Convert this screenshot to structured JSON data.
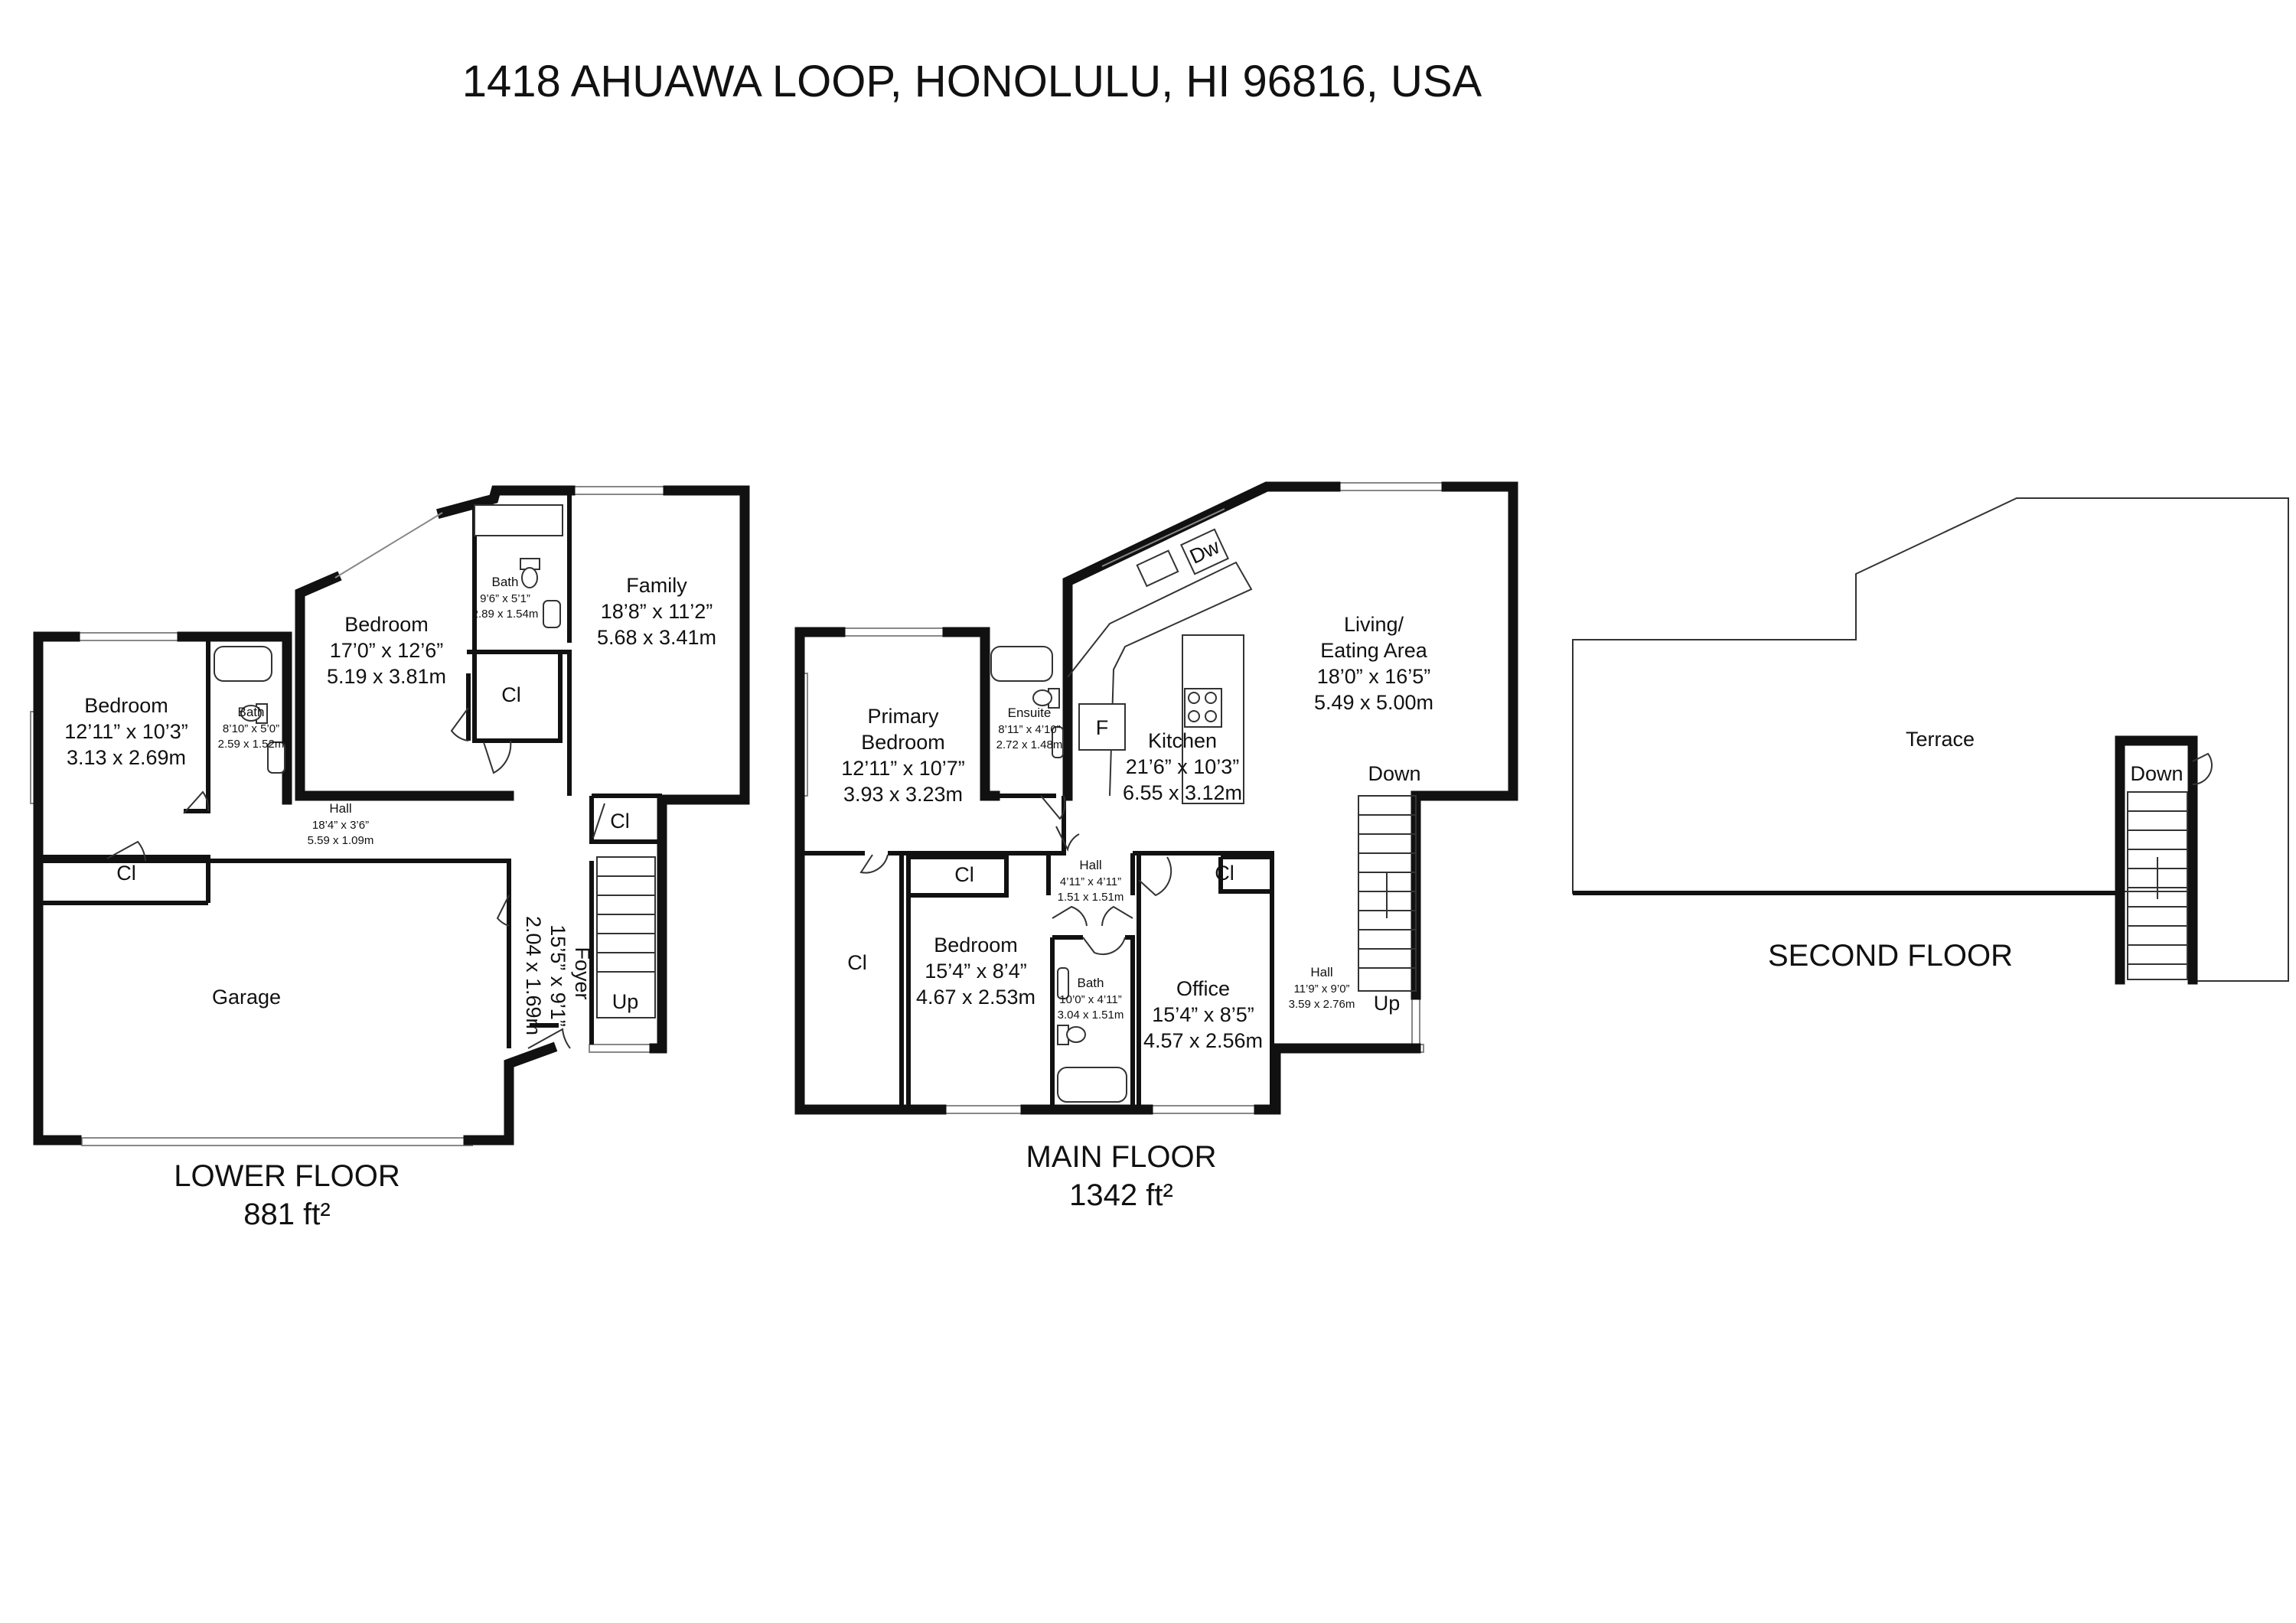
{
  "address": "1418 AHUAWA LOOP, HONOLULU, HI 96816, USA",
  "floors": {
    "lower": {
      "label": "LOWER FLOOR",
      "area": "881 ft²",
      "rooms": {
        "bedroom": {
          "name": "Bedroom",
          "dim_imperial": "12’11” x 10’3”",
          "dim_metric": "3.13 x 2.69m"
        },
        "bath1": {
          "name": "Bath",
          "dim_imperial": "8’10” x 5’0”",
          "dim_metric": "2.59 x 1.52m"
        },
        "bedroom2": {
          "name": "Bedroom",
          "dim_imperial": "17’0” x 12’6”",
          "dim_metric": "5.19 x 3.81m"
        },
        "bath2": {
          "name": "Bath",
          "dim_imperial": "9’6” x 5’1”",
          "dim_metric": "2.89 x 1.54m"
        },
        "family": {
          "name": "Family",
          "dim_imperial": "18’8” x 11’2”",
          "dim_metric": "5.68 x 3.41m"
        },
        "hall": {
          "name": "Hall",
          "dim_imperial": "18’4” x 3’6”",
          "dim_metric": "5.59 x 1.09m"
        },
        "garage": {
          "name": "Garage"
        },
        "foyer": {
          "name": "Foyer",
          "dim_imperial": "15’5” x 9’1”",
          "dim_metric": "2.04 x 1.69m"
        },
        "closet_a": "Cl",
        "closet_b": "Cl",
        "closet_c": "Cl",
        "stairs": "Up"
      }
    },
    "main": {
      "label": "MAIN FLOOR",
      "area": "1342 ft²",
      "rooms": {
        "primary": {
          "name_line1": "Primary",
          "name_line2": "Bedroom",
          "dim_imperial": "12’11” x 10’7”",
          "dim_metric": "3.93 x 3.23m"
        },
        "ensuite": {
          "name": "Ensuite",
          "dim_imperial": "8’11” x 4’10”",
          "dim_metric": "2.72 x 1.48m"
        },
        "kitchen": {
          "name": "Kitchen",
          "dim_imperial": "21’6” x 10’3”",
          "dim_metric": "6.55 x 3.12m",
          "fridge": "F",
          "dishwasher": "Dw"
        },
        "living": {
          "name_line1": "Living/",
          "name_line2": "Eating Area",
          "dim_imperial": "18’0” x 16’5”",
          "dim_metric": "5.49 x 5.00m"
        },
        "hall_small": {
          "name": "Hall",
          "dim_imperial": "4’11” x 4’11”",
          "dim_metric": "1.51 x 1.51m"
        },
        "bedroom": {
          "name": "Bedroom",
          "dim_imperial": "15’4” x 8’4”",
          "dim_metric": "4.67 x 2.53m"
        },
        "bath": {
          "name": "Bath",
          "dim_imperial": "10’0” x 4’11”",
          "dim_metric": "3.04 x 1.51m"
        },
        "office": {
          "name": "Office",
          "dim_imperial": "15’4” x 8’5”",
          "dim_metric": "4.57 x 2.56m"
        },
        "hall_large": {
          "name": "Hall",
          "dim_imperial": "11’9” x 9’0”",
          "dim_metric": "3.59 x 2.76m"
        },
        "closet_large": "Cl",
        "closet_bed": "Cl",
        "closet_office": "Cl",
        "stairs_down": "Down",
        "stairs_up": "Up"
      }
    },
    "second": {
      "label": "SECOND FLOOR",
      "rooms": {
        "terrace": {
          "name": "Terrace"
        },
        "stairs_down": "Down"
      }
    }
  }
}
